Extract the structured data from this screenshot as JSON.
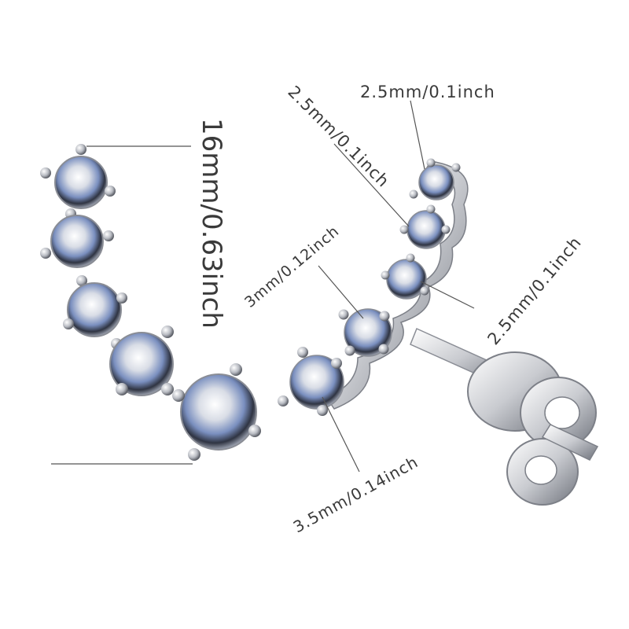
{
  "labels": {
    "length": "16mm/0.63inch",
    "top_small": "2.5mm/0.1inch",
    "diag_small": "2.5mm/0.1inch",
    "mid": "3mm/0.12inch",
    "right_small": "2.5mm/0.1inch",
    "large": "3.5mm/0.14inch"
  },
  "colors": {
    "metal_light": "#f4f4f6",
    "metal_mid": "#c9cbd0",
    "metal_dark": "#7d8088",
    "stone_blue": "#6e88c8",
    "stone_dark": "#2f3442"
  }
}
